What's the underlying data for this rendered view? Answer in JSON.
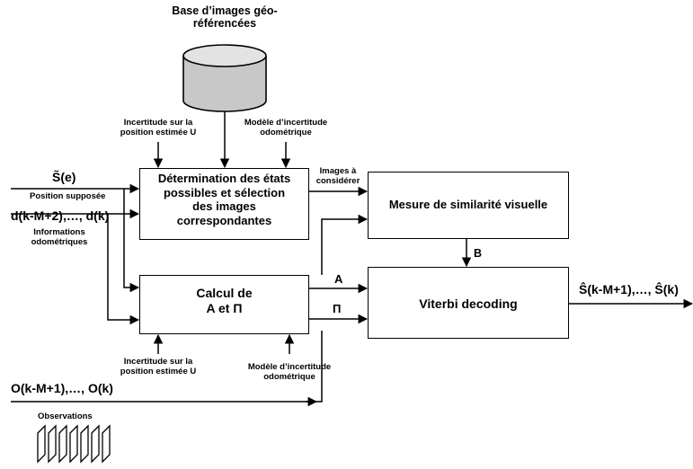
{
  "database": {
    "label_line1": "Base d’images géo-",
    "label_line2": "référencées"
  },
  "inputs_top": {
    "uncertainty_pos_line1": "Incertitude sur la",
    "uncertainty_pos_line2": "position estimée U",
    "odometric_model_line1": "Modèle d’incertitude",
    "odometric_model_line2": "odométrique"
  },
  "inputs_bottom": {
    "uncertainty_pos_line1": "Incertitude sur la",
    "uncertainty_pos_line2": "position estimée U",
    "odometric_model_line1": "Modèle d’incertitude",
    "odometric_model_line2": "odométrique"
  },
  "left_inputs": {
    "s_e": "S̃(e)",
    "position_label": "Position supposée",
    "d_sequence": "d(k-M+2),…, d(k)",
    "odometry_label_line1": "Informations",
    "odometry_label_line2": "odométriques",
    "o_sequence": "O(k-M+1),…, O(k)",
    "observations_label": "Observations"
  },
  "blocks": {
    "determination": [
      "Détermination des états",
      "possibles et sélection",
      "des images",
      "correspondantes"
    ],
    "similarity": "Mesure de similarité visuelle",
    "calcul_line1": "Calcul de",
    "calcul_line2": "A et  Π",
    "viterbi": "Viterbi decoding"
  },
  "arrows": {
    "images_line1": "Images à",
    "images_line2": "considérer",
    "b": "B",
    "a": "A",
    "pi": "Π"
  },
  "output": {
    "s_sequence": "Ŝ(k-M+1),…, Ŝ(k)"
  }
}
